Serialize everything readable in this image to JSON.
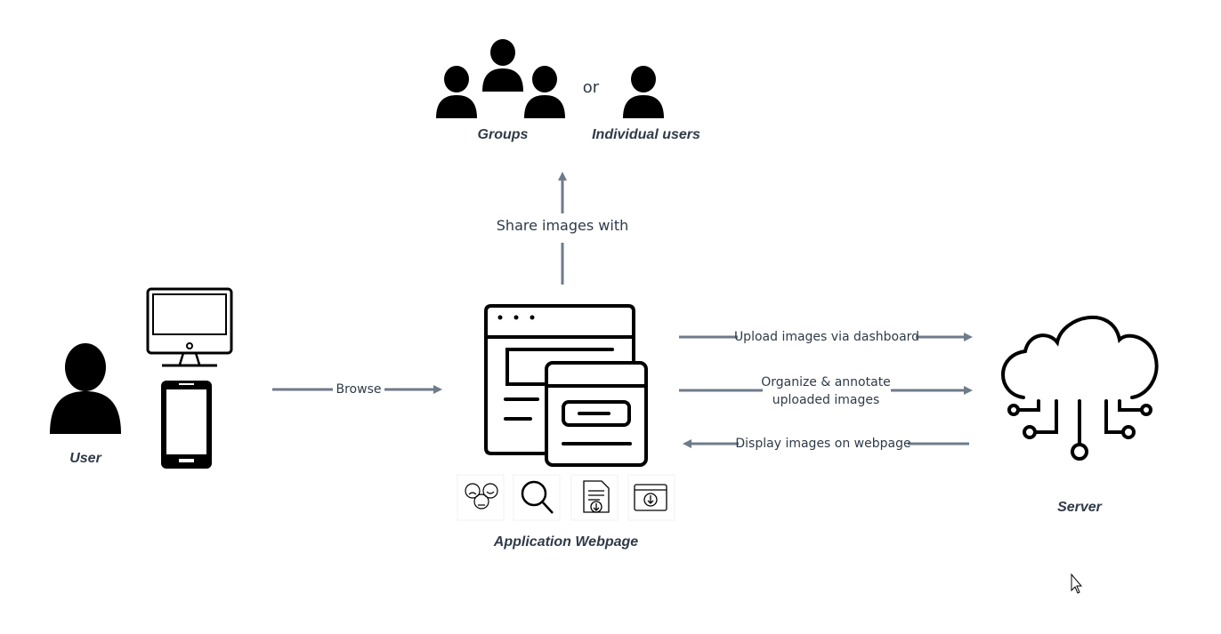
{
  "labels": {
    "user": "User",
    "groups": "Groups",
    "or": "or",
    "individual_users": "Individual users",
    "share": "Share images with",
    "browse": "Browse",
    "app": "Application Webpage",
    "server": "Server",
    "upload": "Upload images via dashboard",
    "organize_1": "Organize & annotate",
    "organize_2": "uploaded images",
    "display": "Display images on webpage"
  },
  "icons": {
    "user": "person-silhouette-icon",
    "monitor": "desktop-monitor-icon",
    "phone": "smartphone-icon",
    "groups": "group-of-people-icon",
    "individual": "single-person-icon",
    "webpage": "browser-windows-icon",
    "feedback": "emoji-faces-icon",
    "search": "magnifier-icon",
    "document": "document-download-icon",
    "browser_download": "browser-download-icon",
    "server": "cloud-circuit-icon",
    "cursor": "mouse-pointer-icon"
  },
  "colors": {
    "arrow": "#6e7b8a",
    "text": "#2f3a48",
    "icon": "#000000"
  }
}
